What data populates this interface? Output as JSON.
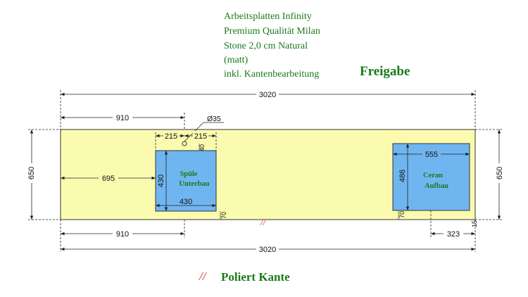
{
  "header": {
    "product_lines": [
      "Arbeitsplatten Infinity",
      "Premium Qualität Milan",
      "Stone 2,0 cm Natural",
      "(matt)",
      "inkl. Kantenbearbeitung"
    ],
    "status": "Freigabe"
  },
  "dimensions": {
    "total_length_top": "3020",
    "total_length_bottom": "3020",
    "depth_left": "650",
    "depth_right": "650",
    "sink_offset_top": "910",
    "sink_offset_bottom": "910",
    "sink_left_offset": "695",
    "tap_left": "215",
    "tap_right": "215",
    "tap_diameter": "Ø35",
    "tap_from_edge": "40",
    "sink_width": "430",
    "sink_depth": "430",
    "sink_front_gap": "70",
    "cooktop_width": "555",
    "cooktop_depth": "486",
    "cooktop_front_gap": "70",
    "cooktop_right_offset": "323",
    "right_edge_gap": "15"
  },
  "cutouts": {
    "sink_label_line1": "Spüle",
    "sink_label_line2": "Unterbau",
    "cooktop_label_line1": "Ceran",
    "cooktop_label_line2": "Aufbau"
  },
  "edge_marker": "//",
  "legend": {
    "marker": "//",
    "label": "Poliert Kante"
  },
  "colors": {
    "worktop_fill": "#fbfbb0",
    "cutout_fill": "#6fb6f0",
    "text_green": "#1b7a1b",
    "edge_red": "#e02020",
    "dimension_line": "#222222"
  }
}
